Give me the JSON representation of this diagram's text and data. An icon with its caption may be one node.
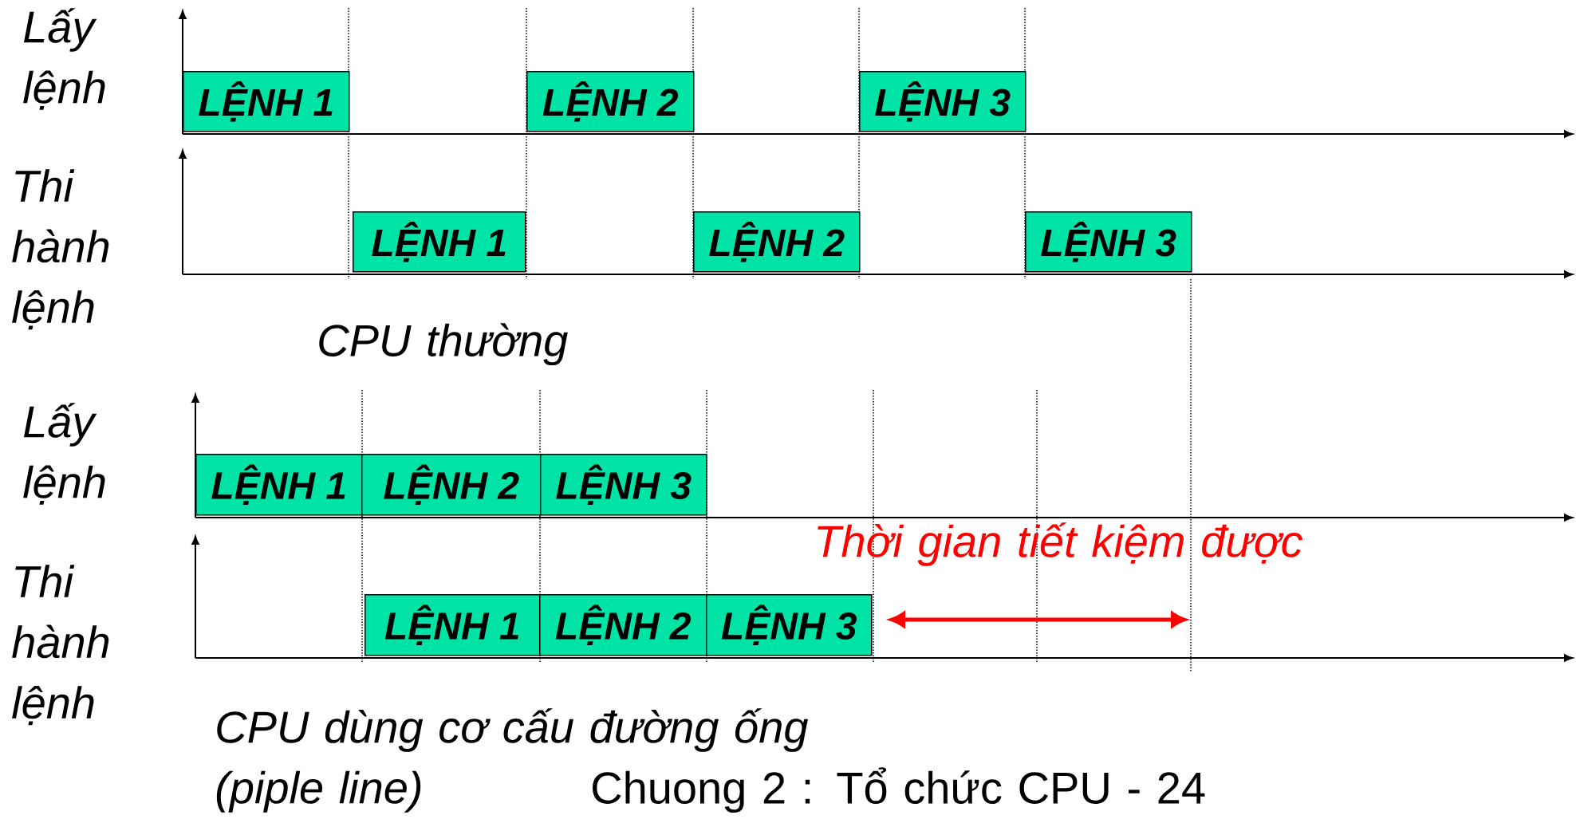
{
  "diagram": {
    "nodes": [
      {
        "text": [
          "LỆNH 1"
        ]
      },
      {
        "text": [
          "LỆNH 2"
        ]
      },
      {
        "text": [
          "LỆNH 3"
        ]
      },
      {
        "text": [
          "LỆNH 1"
        ]
      },
      {
        "text": [
          "LỆNH 2"
        ]
      },
      {
        "text": [
          "LỆNH 3"
        ]
      },
      {
        "text": [
          "LỆNH 1"
        ]
      },
      {
        "text": [
          "LỆNH 2"
        ]
      },
      {
        "text": [
          "LỆNH 3"
        ]
      },
      {
        "text": [
          "LỆNH 1"
        ]
      },
      {
        "text": [
          "LỆNH 2"
        ]
      },
      {
        "text": [
          "LỆNH 3"
        ]
      }
    ],
    "labels": [
      "Lấy lệnh",
      "Thi hành lệnh",
      "CPU thường",
      "Lấy lệnh",
      "Thi hành lệnh",
      "Thời gian tiết kiệm được",
      "CPU dùng cơ cấu đường ống (piple line)",
      "Chuong 2 : Tổ chức CPU - 24"
    ]
  }
}
